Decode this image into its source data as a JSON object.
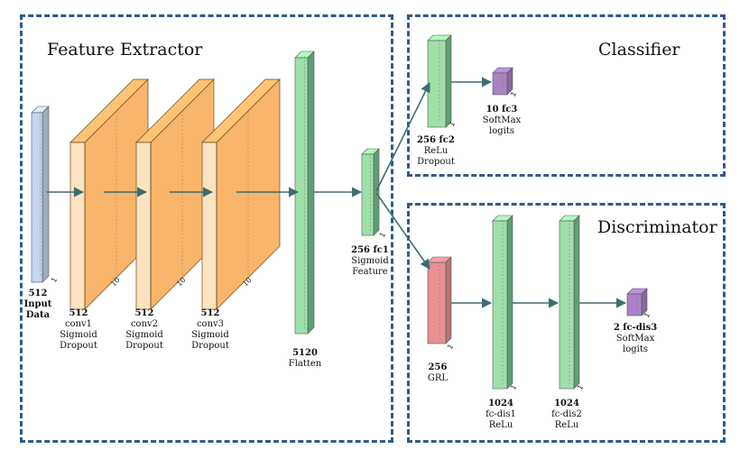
{
  "regions": {
    "feature_extractor": "Feature Extractor",
    "classifier": "Classifier",
    "discriminator": "Discriminator"
  },
  "layers": {
    "input": {
      "size": "512",
      "line1": "Input",
      "line2": "Data",
      "depth": "1"
    },
    "conv1": {
      "size": "512",
      "name": "conv1",
      "act": "Sigmoid",
      "drop": "Dropout",
      "depth": "10"
    },
    "conv2": {
      "size": "512",
      "name": "conv2",
      "act": "Sigmoid",
      "drop": "Dropout",
      "depth": "10"
    },
    "conv3": {
      "size": "512",
      "name": "conv3",
      "act": "Sigmoid",
      "drop": "Dropout",
      "depth": "10"
    },
    "flatten": {
      "size": "5120",
      "name": "Flatten"
    },
    "fc1": {
      "title": "256 fc1",
      "act": "Sigmoid",
      "extra": "Feature",
      "depth": "1"
    },
    "fc2": {
      "title": "256 fc2",
      "act": "ReLu",
      "extra": "Dropout",
      "depth": "1"
    },
    "fc3": {
      "title": "10 fc3",
      "act": "SoftMax",
      "extra": "logits",
      "depth": "1"
    },
    "grl": {
      "size": "256",
      "name": "GRL",
      "depth": "1"
    },
    "fc_dis1": {
      "size": "1024",
      "name": "fc-dis1",
      "act": "ReLu",
      "depth": "1"
    },
    "fc_dis2": {
      "size": "1024",
      "name": "fc-dis2",
      "act": "ReLu",
      "depth": "1"
    },
    "fc_dis3": {
      "title": "2 fc-dis3",
      "act": "SoftMax",
      "extra": "logits",
      "depth": "1"
    }
  },
  "colors": {
    "border": "#2f5b8a",
    "input_fill": "#c5d6ee",
    "conv_fill": "#f8b56b",
    "conv_light": "#fde3bf",
    "fc_fill": "#9fdfaa",
    "fc_dark": "#5f9e74",
    "grl_fill": "#e99095",
    "logit_fill": "#a983c4",
    "arrow": "#3d6e73"
  }
}
